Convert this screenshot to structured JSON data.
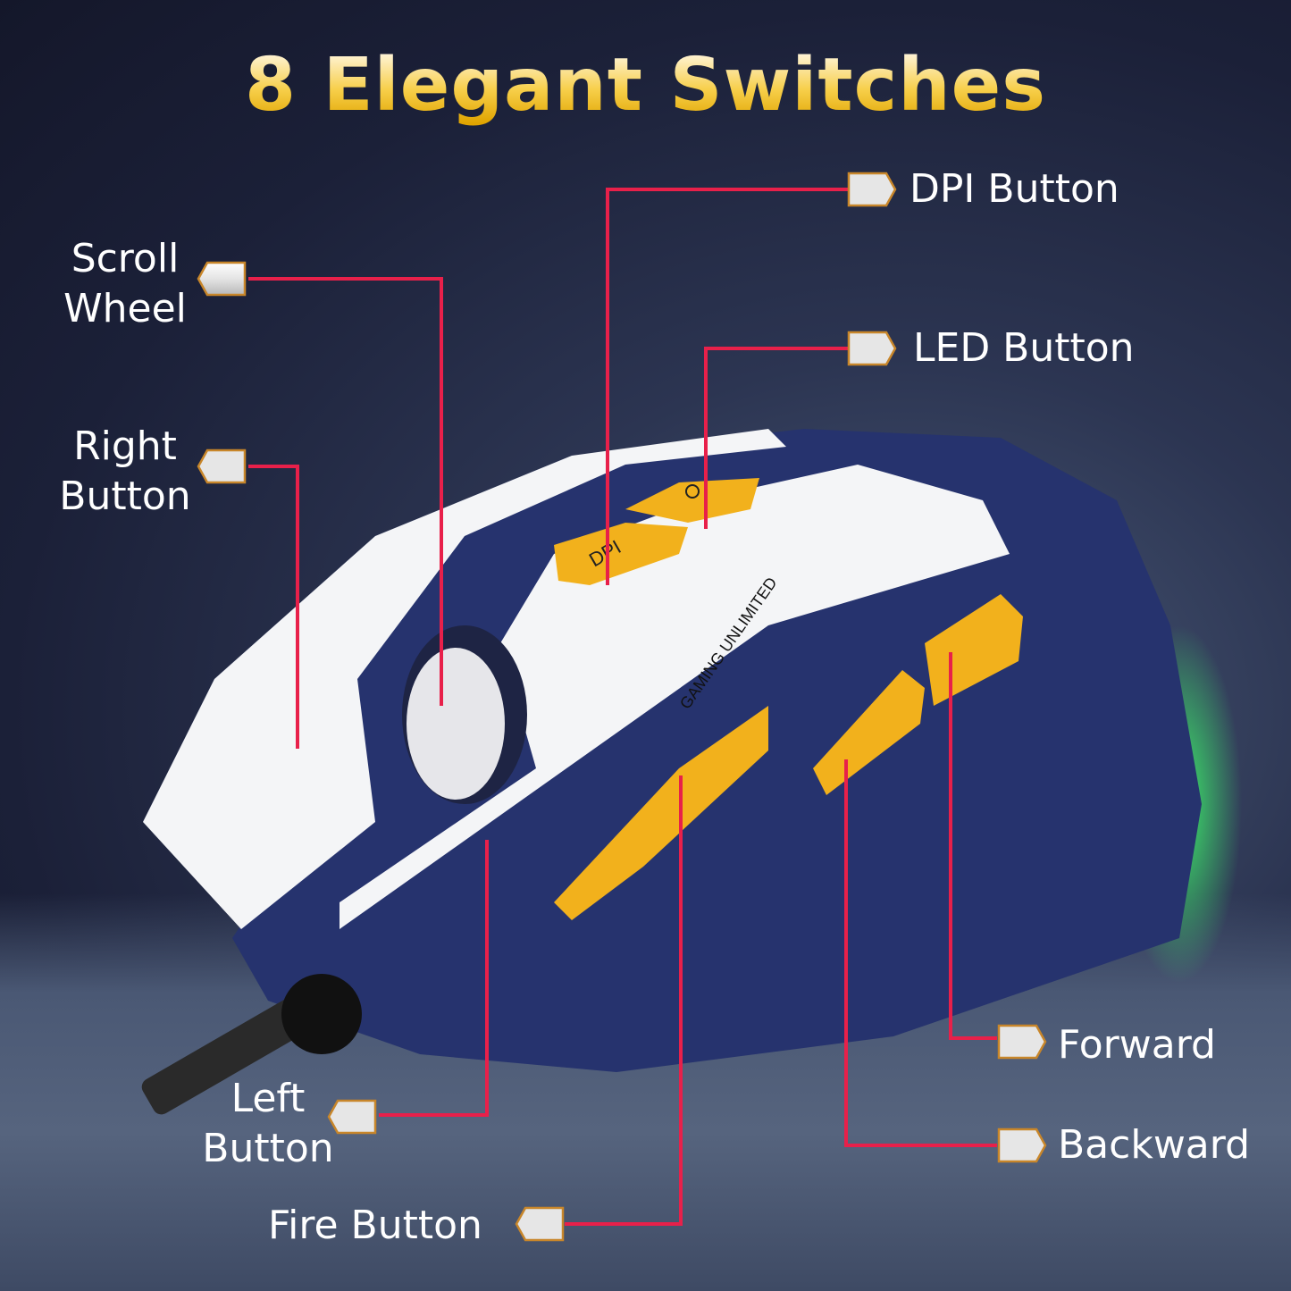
{
  "title": "8 Elegant Switches",
  "labels": {
    "scroll_wheel": [
      "Scroll",
      "Wheel"
    ],
    "right_button": [
      "Right",
      "Button"
    ],
    "left_button": [
      "Left",
      "Button"
    ],
    "fire_button": "Fire Button",
    "dpi_button": "DPI Button",
    "led_button": "LED Button",
    "forward": "Forward",
    "backward": "Backward"
  },
  "mouse": {
    "dpi_key_text": "DPI",
    "led_key_icon": "sun-icon",
    "body_text": "GAMING UNLIMITED"
  },
  "colors": {
    "title_gold": "#f7cf4a",
    "leader_line": "#e8204a",
    "mouse_navy": "#26336e",
    "mouse_white": "#f4f5f7",
    "button_yellow": "#f2b11c",
    "rgb_green": "#3cff6a"
  }
}
